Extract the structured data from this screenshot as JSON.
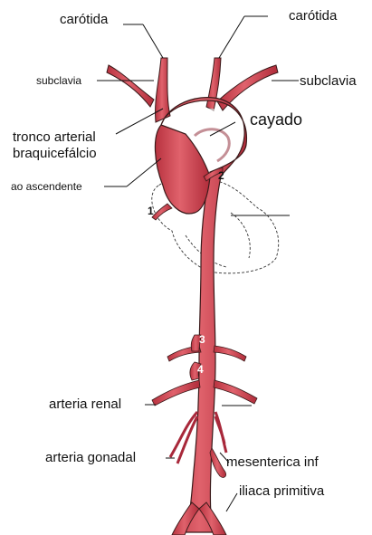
{
  "labels": {
    "carotida_left": "carótida",
    "carotida_right": "carótida",
    "subclavia_left": "subclavia",
    "subclavia_right": "subclavia",
    "tronco_line1": "tronco arterial",
    "tronco_line2": "braquicefálcio",
    "cayado": "cayado",
    "ao_ascendente": "ao ascendente",
    "arteria_renal": "arteria renal",
    "arteria_gonadal": "arteria gonadal",
    "mesenterica_inf": "mesenterica inf",
    "iliaca_primitiva": "iliaca primitiva"
  },
  "markers": {
    "m1": "1",
    "m2": "2",
    "m3": "3",
    "m4": "4"
  },
  "colors": {
    "artery_fill": "#d84c5a",
    "artery_dark": "#a8283a",
    "artery_light": "#f08a94",
    "outline": "#3a1a1a",
    "label_text": "#111111"
  }
}
